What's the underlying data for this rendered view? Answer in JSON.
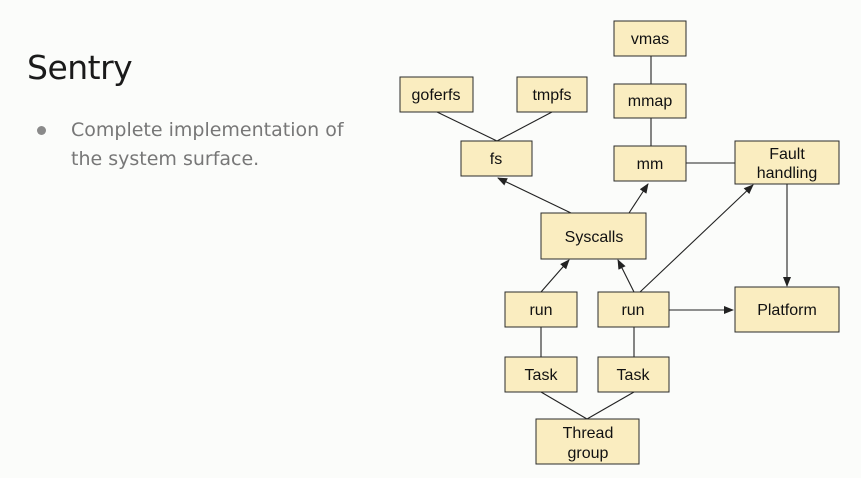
{
  "title": "Sentry",
  "bullets": [
    "Complete implementation of the system surface."
  ],
  "diagram": {
    "node_fill": "#faedc0",
    "node_stroke": "#2b2b2b",
    "nodes": {
      "vmas": [
        "vmas"
      ],
      "goferfs": [
        "goferfs"
      ],
      "tmpfs": [
        "tmpfs"
      ],
      "mmap": [
        "mmap"
      ],
      "fs": [
        "fs"
      ],
      "mm": [
        "mm"
      ],
      "fault": [
        "Fault",
        "handling"
      ],
      "syscalls": [
        "Syscalls"
      ],
      "run1": [
        "run"
      ],
      "run2": [
        "run"
      ],
      "platform": [
        "Platform"
      ],
      "task1": [
        "Task"
      ],
      "task2": [
        "Task"
      ],
      "threadgroup": [
        "Thread",
        "group"
      ]
    }
  }
}
